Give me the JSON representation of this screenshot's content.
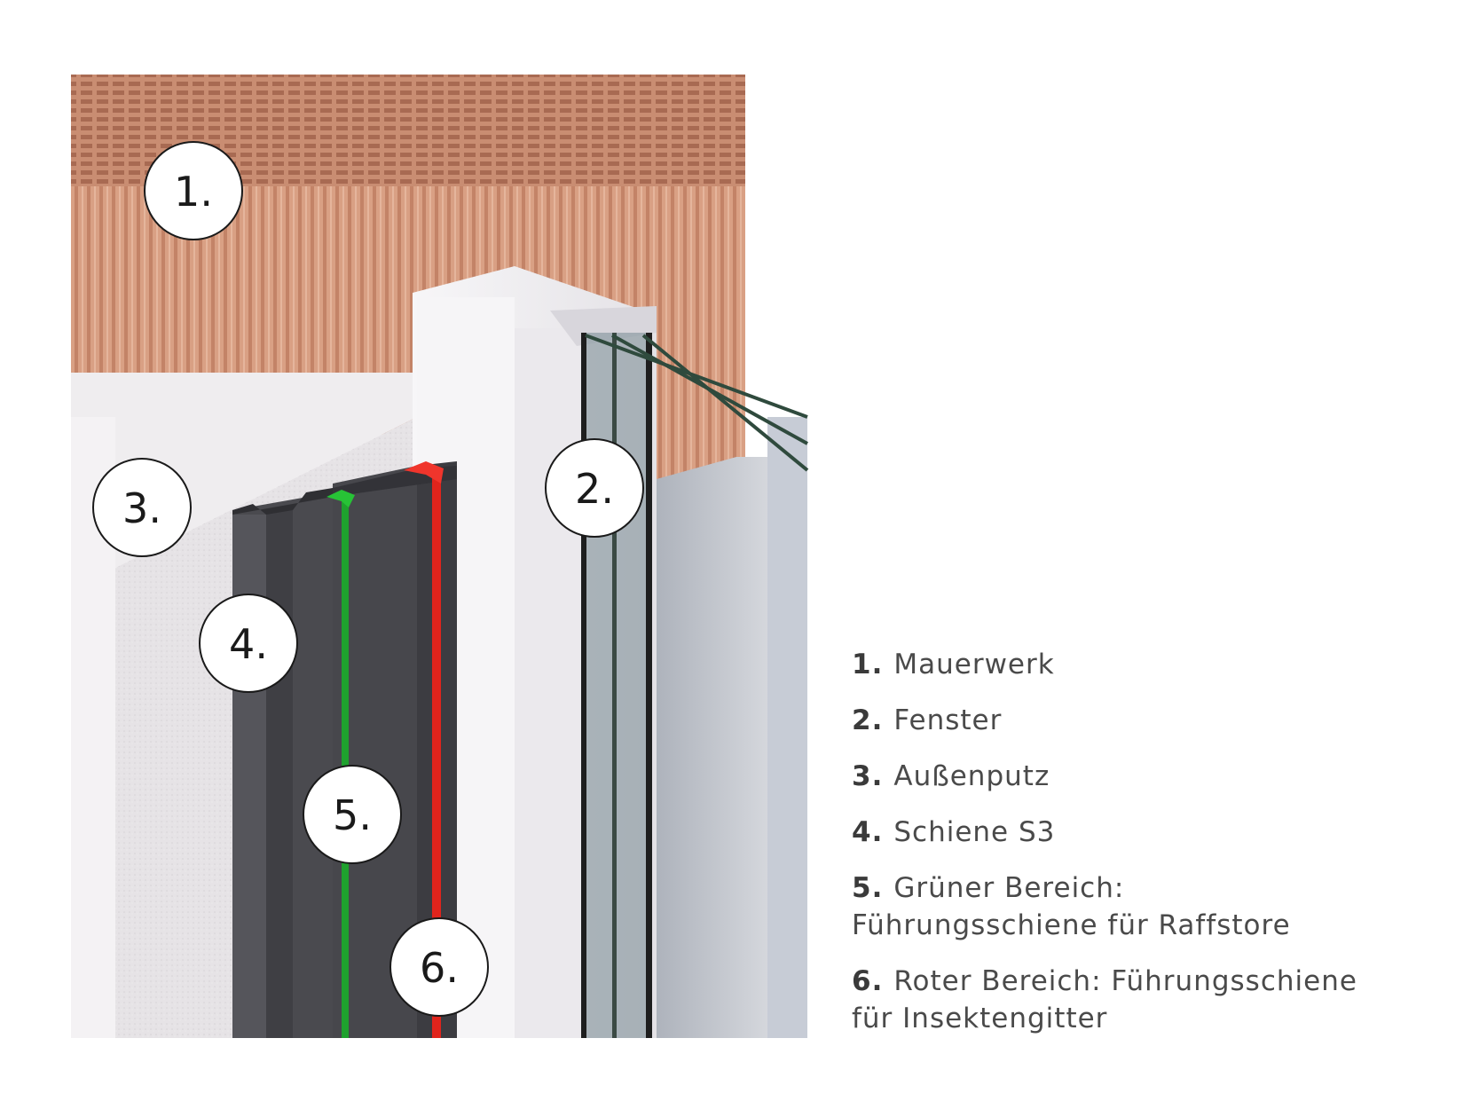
{
  "callouts": [
    {
      "id": "1",
      "label": "1."
    },
    {
      "id": "2",
      "label": "2."
    },
    {
      "id": "3",
      "label": "3."
    },
    {
      "id": "4",
      "label": "4."
    },
    {
      "id": "5",
      "label": "5."
    },
    {
      "id": "6",
      "label": "6."
    }
  ],
  "legend": [
    {
      "number": "1.",
      "text": "Mauerwerk"
    },
    {
      "number": "2.",
      "text": "Fenster"
    },
    {
      "number": "3.",
      "text": "Außenputz"
    },
    {
      "number": "4.",
      "text": "Schiene S3"
    },
    {
      "number": "5.",
      "text_line1": "Grüner Bereich:",
      "text_line2": "Führungsschiene für Raffstore"
    },
    {
      "number": "6.",
      "text_line1": "Roter Bereich: Führungsschiene",
      "text_line2": "für Insektengitter"
    }
  ],
  "colors": {
    "brick": "#d9a084",
    "plaster": "#e6e3e6",
    "window_frame": "#f4f3f5",
    "rail": "#4a4a4f",
    "raffstore_channel": "#1fa12e",
    "insect_screen_channel": "#e0241c",
    "glass": "#8d9ba2"
  },
  "icons": {
    "diagram": "wall-section-illustration"
  }
}
